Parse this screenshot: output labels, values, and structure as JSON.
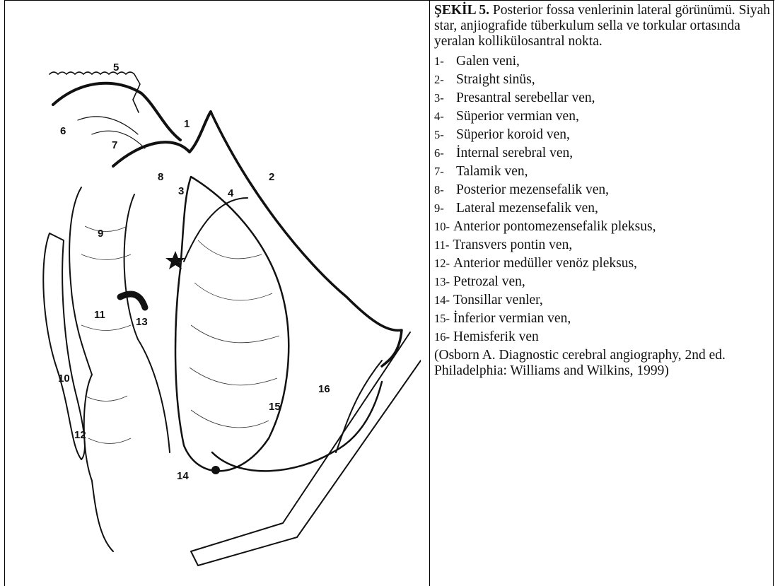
{
  "figure": {
    "labels": [
      "1",
      "2",
      "3",
      "4",
      "5",
      "6",
      "7",
      "8",
      "9",
      "10",
      "11",
      "12",
      "13",
      "14",
      "15",
      "16"
    ],
    "icon": "posterior-fossa-veins-illustration"
  },
  "caption": {
    "title_bold": "ŞEKİL 5.",
    "title_text": " Posterior fossa venlerinin lateral görünümü. Siyah star, anjiografide tüberkulum sella ve torkular ortasında yeralan kollikülosantral nokta.",
    "items": [
      {
        "num": "1-",
        "text": "Galen veni,"
      },
      {
        "num": "2-",
        "text": "Straight sinüs,"
      },
      {
        "num": "3-",
        "text": "Presantral serebellar ven,"
      },
      {
        "num": "4-",
        "text": "Süperior vermian ven,"
      },
      {
        "num": "5-",
        "text": "Süperior koroid ven,"
      },
      {
        "num": "6-",
        "text": "İnternal serebral ven,"
      },
      {
        "num": "7-",
        "text": "Talamik ven,"
      },
      {
        "num": "8-",
        "text": "Posterior mezensefalik ven,"
      },
      {
        "num": "9-",
        "text": "Lateral mezensefalik ven,"
      },
      {
        "num": "10-",
        "text": "Anterior pontomezensefalik pleksus,"
      },
      {
        "num": "11-",
        "text": "Transvers pontin ven,"
      },
      {
        "num": "12-",
        "text": "Anterior medüller venöz pleksus,"
      },
      {
        "num": "13-",
        "text": "Petrozal ven,"
      },
      {
        "num": "14-",
        "text": "Tonsillar venler,"
      },
      {
        "num": "15-",
        "text": "İnferior vermian ven,"
      },
      {
        "num": "16-",
        "text": "Hemisferik ven"
      }
    ],
    "reference": "(Osborn A. Diagnostic cerebral angiography, 2nd ed. Philadelphia: Williams and Wilkins, 1999)"
  }
}
